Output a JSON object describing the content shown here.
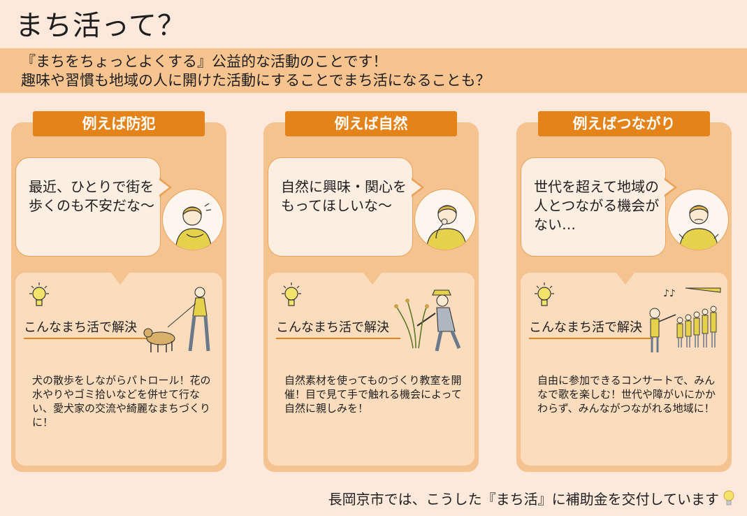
{
  "page": {
    "title": "まち活って？",
    "intro_line1": "『まちをちょっとよくする』公益的な活動のことです！",
    "intro_line2": "趣味や習慣も地域の人に開けた活動にすることでまち活になることも？"
  },
  "colors": {
    "background": "#fce9dc",
    "band": "#f7c48f",
    "tab": "#e48319",
    "card": "#f5c390",
    "solution_box": "#fbdcbc"
  },
  "cards": [
    {
      "tab_label": "例えば防犯",
      "bubble_text": "最近、ひとりで街を歩くのも不安だな～",
      "avatar_icon": "worried-person-icon",
      "solution_icon": "lightbulb-icon",
      "solution_label": "こんなまち活で解決",
      "illustration_icon": "dog-walker-icon",
      "solution_text": "犬の散歩をしながらパトロール！花の水やりやゴミ拾いなどを併せて行ない、愛犬家の交流や綺麗なまちづくりに！"
    },
    {
      "tab_label": "例えば自然",
      "bubble_text": "自然に興味・関心をもってほしいな～",
      "avatar_icon": "thinking-person-icon",
      "solution_icon": "lightbulb-icon",
      "solution_label": "こんなまち活で解決",
      "illustration_icon": "farmer-harvest-icon",
      "solution_text": "自然素材を使ってものづくり教室を開催！目で見て手で触れる機会によって自然に親しみを！"
    },
    {
      "tab_label": "例えばつながり",
      "bubble_text": "世代を超えて地域の人とつながる機会がない…",
      "avatar_icon": "troubled-person-icon",
      "solution_icon": "lightbulb-icon",
      "solution_label": "こんなまち活で解決",
      "illustration_icon": "choir-concert-icon",
      "solution_text": "自由に参加できるコンサートで、みんなで歌を楽しむ！世代や障がいにかかわらず、みんながつながれる地域に！"
    }
  ],
  "footer": {
    "text": "長岡京市では、こうした『まち活』に補助金を交付しています",
    "icon": "lightbulb-icon"
  }
}
